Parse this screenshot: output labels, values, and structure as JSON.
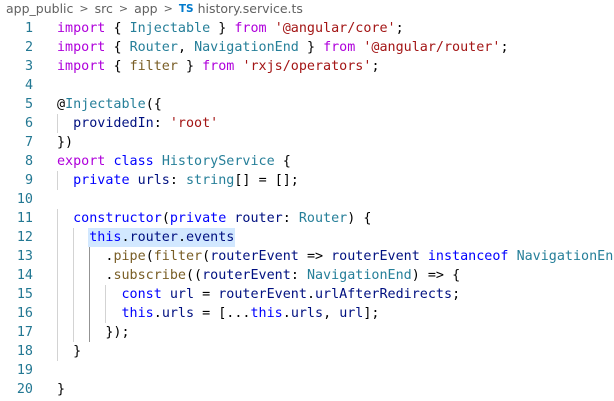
{
  "breadcrumb": {
    "items": [
      "app_public",
      "src",
      "app"
    ],
    "separator": ">",
    "file_badge": "TS",
    "file_name": "history.service.ts"
  },
  "editor": {
    "lines": [
      {
        "num": "1",
        "code": "import { Injectable } from '@angular/core';"
      },
      {
        "num": "2",
        "code": "import { Router, NavigationEnd } from '@angular/router';"
      },
      {
        "num": "3",
        "code": "import { filter } from 'rxjs/operators';"
      },
      {
        "num": "4",
        "code": ""
      },
      {
        "num": "5",
        "code": "@Injectable({"
      },
      {
        "num": "6",
        "code": "  providedIn: 'root'"
      },
      {
        "num": "7",
        "code": "})"
      },
      {
        "num": "8",
        "code": "export class HistoryService {"
      },
      {
        "num": "9",
        "code": "  private urls: string[] = [];"
      },
      {
        "num": "10",
        "code": ""
      },
      {
        "num": "11",
        "code": "  constructor(private router: Router) {"
      },
      {
        "num": "12",
        "code": "    this.router.events"
      },
      {
        "num": "13",
        "code": "      .pipe(filter(routerEvent => routerEvent instanceof NavigationEnd))"
      },
      {
        "num": "14",
        "code": "      .subscribe((routerEvent: NavigationEnd) => {"
      },
      {
        "num": "15",
        "code": "        const url = routerEvent.urlAfterRedirects;"
      },
      {
        "num": "16",
        "code": "        this.urls = [...this.urls, url];"
      },
      {
        "num": "17",
        "code": "      });"
      },
      {
        "num": "18",
        "code": "  }"
      },
      {
        "num": "19",
        "code": ""
      },
      {
        "num": "20",
        "code": "}"
      }
    ]
  },
  "colors": {
    "keyword": "#0000ff",
    "control_keyword": "#af00db",
    "string": "#a31515",
    "type": "#267f99",
    "function": "#795e26",
    "property": "#001080",
    "line_number": "#237893",
    "selection": "#add6ff"
  }
}
